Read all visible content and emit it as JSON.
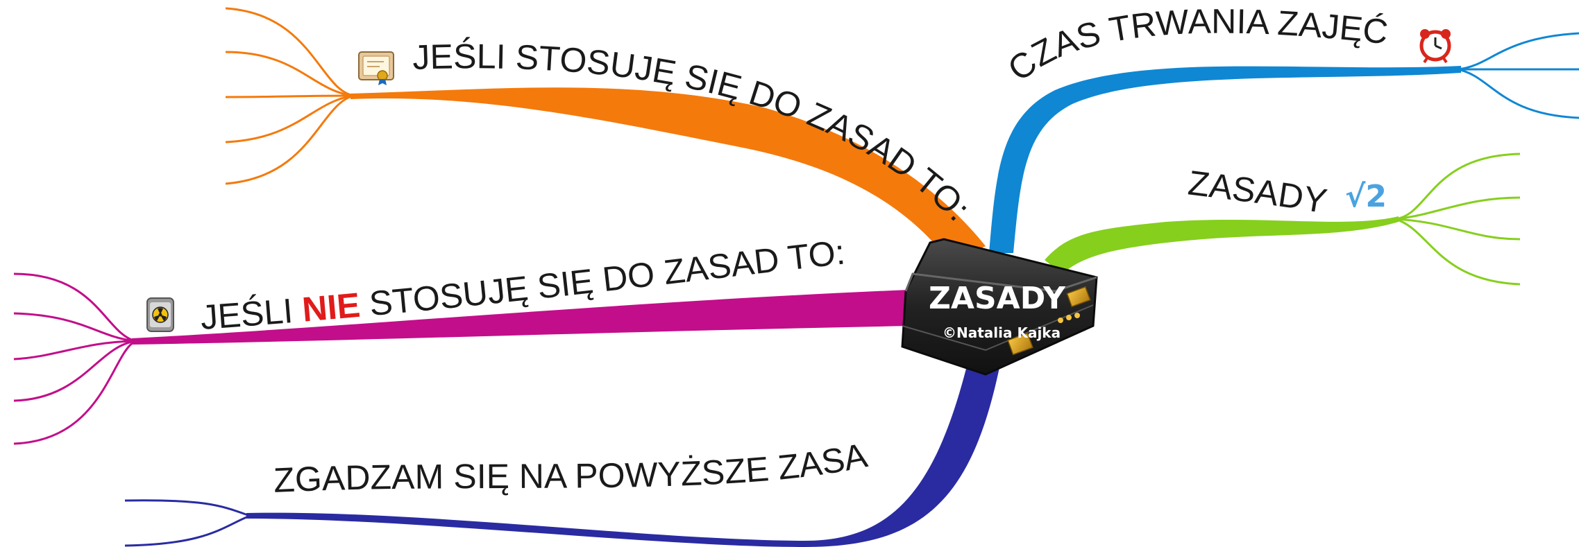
{
  "center": {
    "title": "ZASADY",
    "subtitle": "©Natalia Kajka",
    "icon": "briefcase-icon"
  },
  "branches": [
    {
      "id": "top-left",
      "label": "JEŚLI STOSUJĘ SIĘ DO ZASAD TO:",
      "color": "#f47a0c",
      "icon": "certificate-icon"
    },
    {
      "id": "mid-left",
      "label_prefix": "JEŚLI ",
      "label_highlight": "NIE",
      "label_suffix": " STOSUJĘ SIĘ DO ZASAD TO:",
      "highlight_color": "#e11b1b",
      "color": "#c20e8a",
      "icon": "radiation-icon"
    },
    {
      "id": "bottom-left",
      "label": "ZGADZAM SIĘ NA POWYŻSZE ZASADY",
      "color": "#2a2ba1"
    },
    {
      "id": "top-right",
      "label": "CZAS TRWANIA ZAJĘĆ",
      "color": "#0f87d3",
      "icon": "alarm-clock-icon"
    },
    {
      "id": "mid-right",
      "label": "ZASADY",
      "color": "#86cf1d",
      "icon": "square-root-icon",
      "icon_glyph": "√2"
    }
  ]
}
